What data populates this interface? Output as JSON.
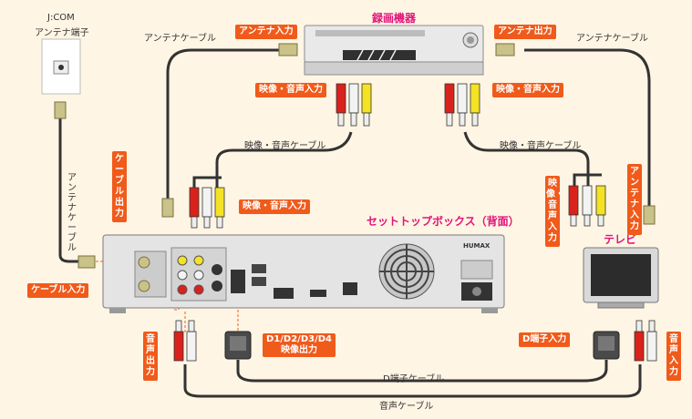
{
  "jcom_title_line1": "J:COM",
  "jcom_title_line2": "アンテナ端子",
  "recorder_title": "録画機器",
  "stb_title": "セットトップボックス（背面）",
  "tv_title": "テレビ",
  "labels": {
    "antenna_in": "アンテナ入力",
    "antenna_out": "アンテナ出力",
    "av_in_left": "映像・音声入力",
    "av_in_right": "映像・音声入力",
    "av_in_stb": "映像・音声入力",
    "cable_out": "ケーブル出力",
    "cable_in": "ケーブル入力",
    "audio_out": "音声出力",
    "d_out_line1": "D1/D2/D3/D4",
    "d_out_line2": "映像出力",
    "d_in": "D端子入力",
    "audio_in": "音声入力",
    "tv_av_in": "映像・音声入力",
    "tv_antenna_in": "アンテナ入力"
  },
  "cables": {
    "antenna_left": "アンテナケーブル",
    "antenna_right": "アンテナケーブル",
    "antenna_vertical": "アンテナケーブル",
    "av_left": "映像・音声ケーブル",
    "av_right": "映像・音声ケーブル",
    "d_cable": "D端子ケーブル",
    "audio_cable": "音声ケーブル"
  },
  "stb_brand": "HUMAX",
  "colors": {
    "label_bg": "#f05a1a",
    "title": "#e0147a",
    "background": "#fff5e4"
  }
}
